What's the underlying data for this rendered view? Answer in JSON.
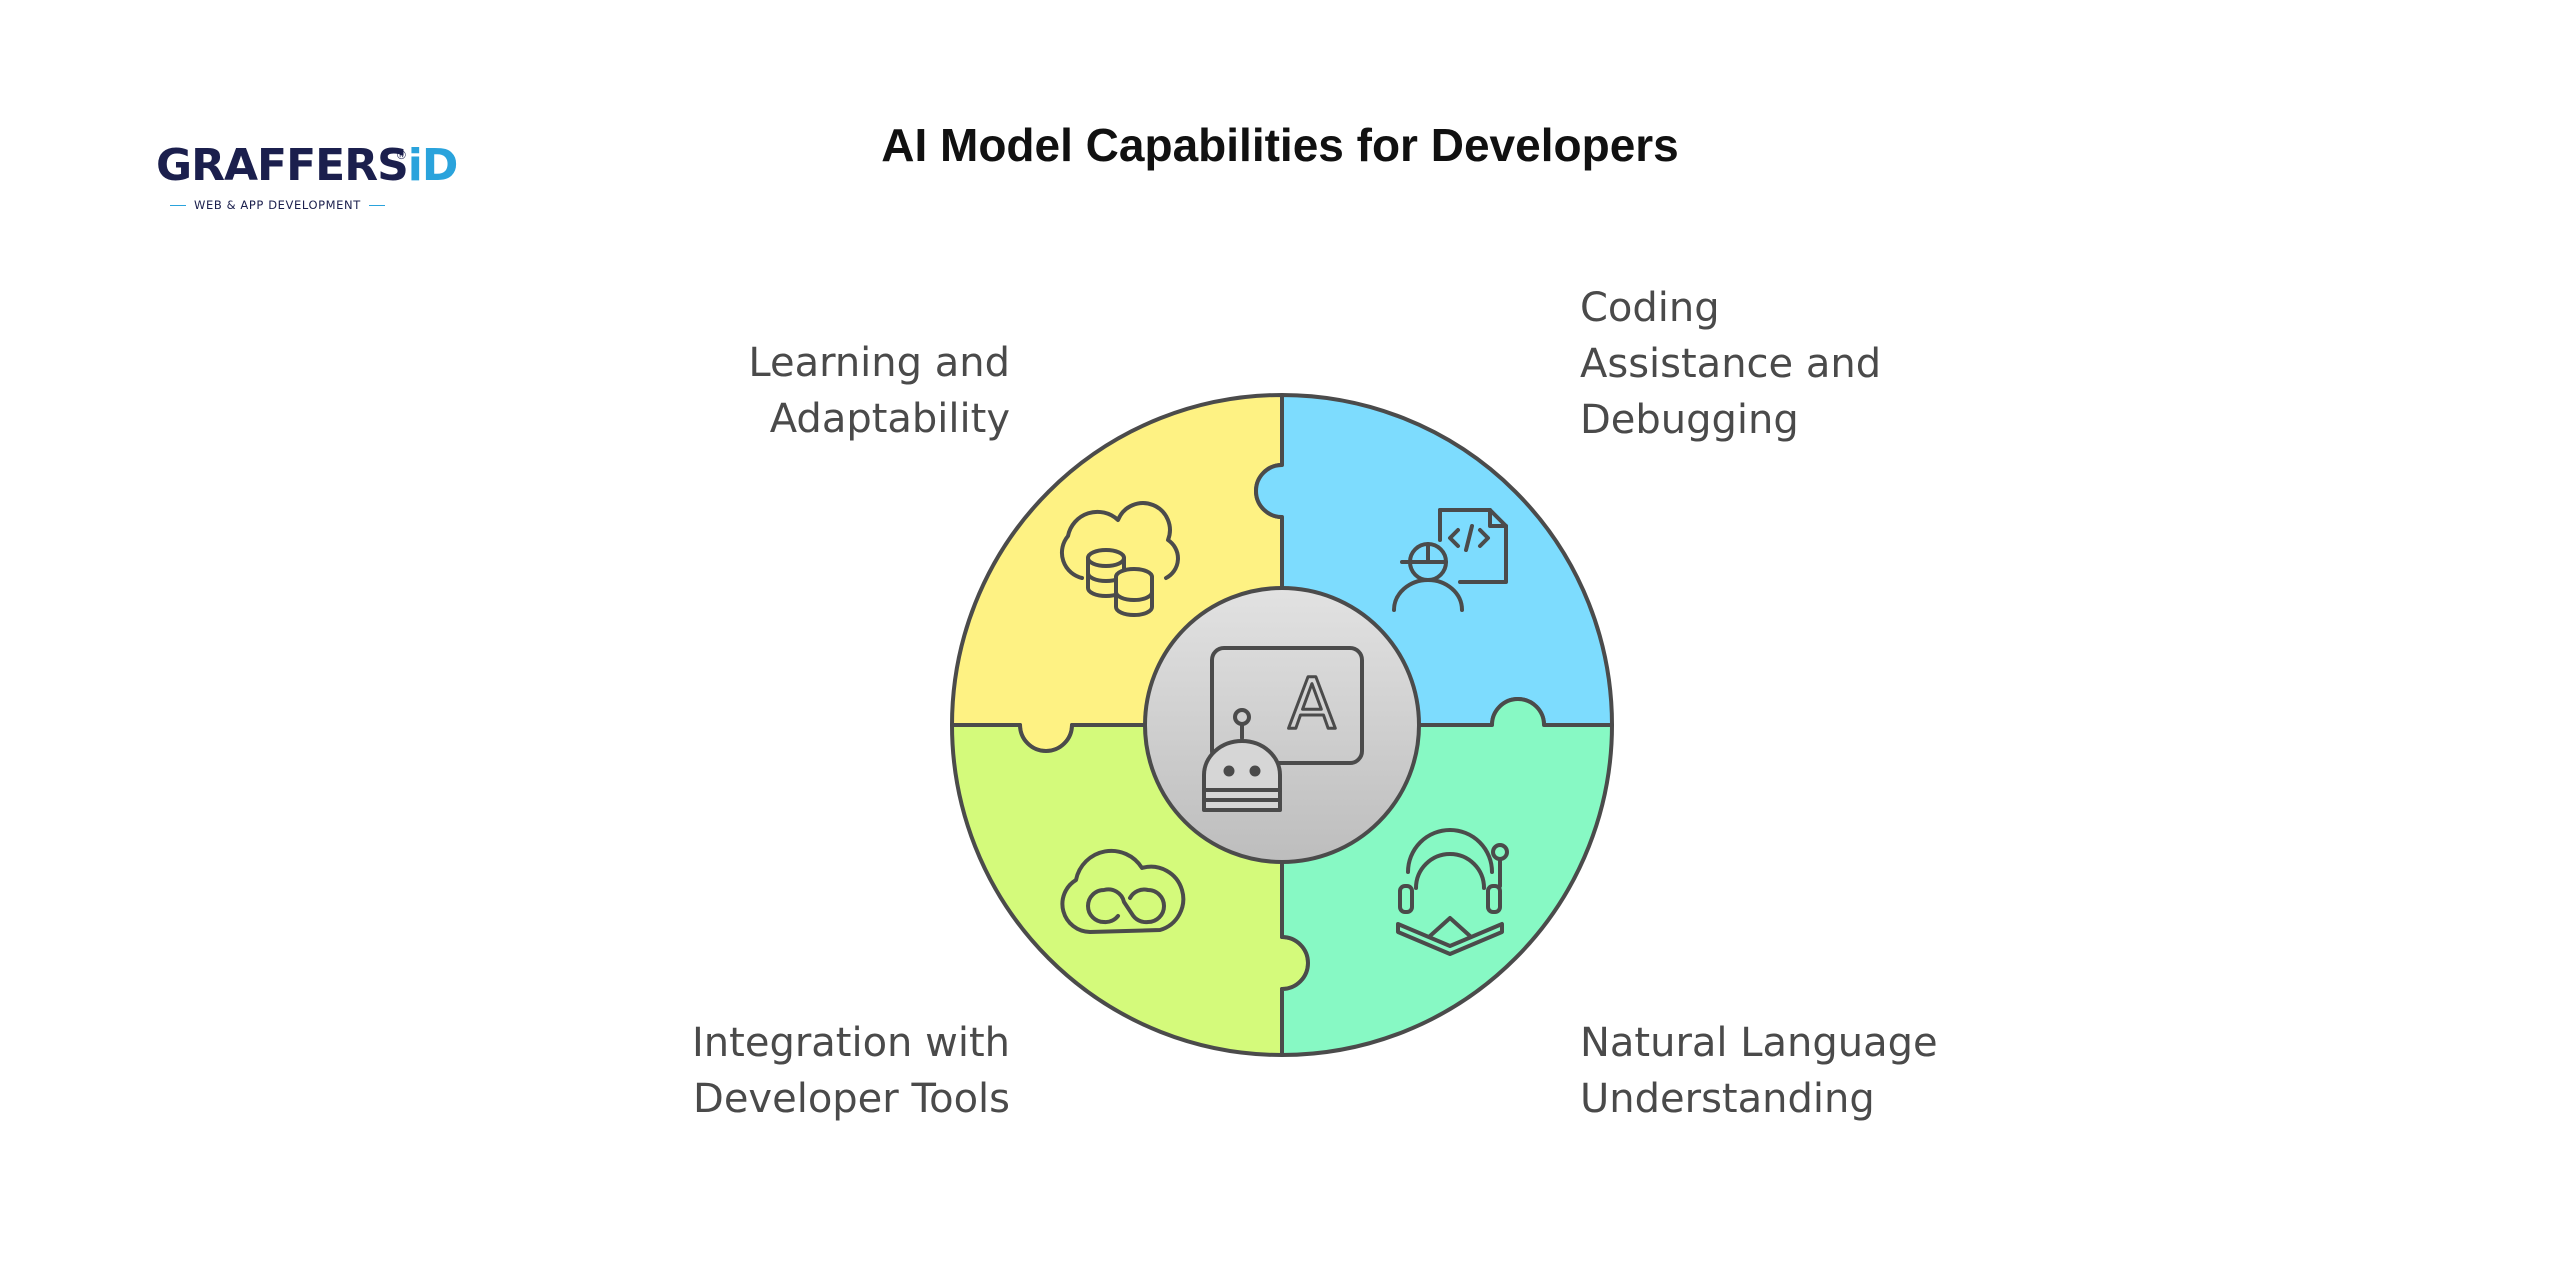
{
  "logo": {
    "main_text": "GRAFFERS",
    "accent_text": "iD",
    "registered": "®",
    "tagline": "WEB & APP DEVELOPMENT"
  },
  "diagram": {
    "title": "AI Model Capabilities for Developers",
    "segments": [
      {
        "id": "learning",
        "label": "Learning and\nAdaptability",
        "color": "#fef283",
        "icon": "cloud-database-icon"
      },
      {
        "id": "coding",
        "label": "Coding\nAssistance and\nDebugging",
        "color": "#7ddcfe",
        "icon": "developer-code-icon"
      },
      {
        "id": "integration",
        "label": "Integration with\nDeveloper Tools",
        "color": "#d4fa7b",
        "icon": "creative-cloud-icon"
      },
      {
        "id": "nlu",
        "label": "Natural Language\nUnderstanding",
        "color": "#87f9c4",
        "icon": "reading-headset-icon"
      }
    ],
    "center": {
      "color": "#d0d0d0",
      "icon": "robot-ai-icon",
      "glyph": "A"
    },
    "stroke_color": "#4b4b4b"
  }
}
